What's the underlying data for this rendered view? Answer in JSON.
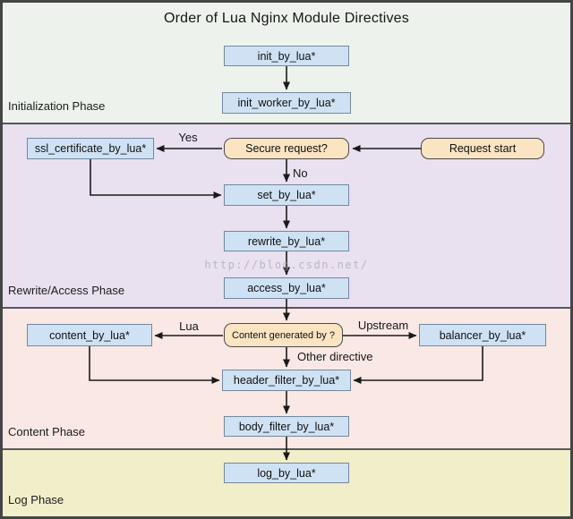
{
  "title": "Order of Lua Nginx Module Directives",
  "watermark": "http://blog.csdn.net/",
  "phases": [
    {
      "label": "Initialization Phase",
      "bg": "#edf3ec"
    },
    {
      "label": "Rewrite/Access Phase",
      "bg": "#e9e0f0"
    },
    {
      "label": "Content Phase",
      "bg": "#f9e8e3"
    },
    {
      "label": "Log Phase",
      "bg": "#f1efca"
    }
  ],
  "nodes": {
    "init": {
      "label": "init_by_lua*"
    },
    "init_worker": {
      "label": "init_worker_by_lua*"
    },
    "ssl_certificate": {
      "label": "ssl_certificate_by_lua*"
    },
    "secure_request": {
      "label": "Secure request?"
    },
    "request_start": {
      "label": "Request start"
    },
    "set": {
      "label": "set_by_lua*"
    },
    "rewrite": {
      "label": "rewrite_by_lua*"
    },
    "access": {
      "label": "access_by_lua*"
    },
    "content": {
      "label": "content_by_lua*"
    },
    "content_generated": {
      "label": "Content generated by ?"
    },
    "balancer": {
      "label": "balancer_by_lua*"
    },
    "header_filter": {
      "label": "header_filter_by_lua*"
    },
    "body_filter": {
      "label": "body_filter_by_lua*"
    },
    "log": {
      "label": "log_by_lua*"
    }
  },
  "edge_labels": {
    "yes": "Yes",
    "no": "No",
    "lua": "Lua",
    "upstream": "Upstream",
    "other_directive": "Other directive"
  },
  "colors": {
    "directive_box_fill": "#cfe2f4",
    "directive_box_border": "#74889e",
    "decision_box_fill": "#fbe4c2",
    "decision_box_border": "#4a4a4a",
    "arrow": "#1a1a1a",
    "separator": "#58585a",
    "frame": "#454545",
    "watermark_text": "#aaaab2"
  }
}
